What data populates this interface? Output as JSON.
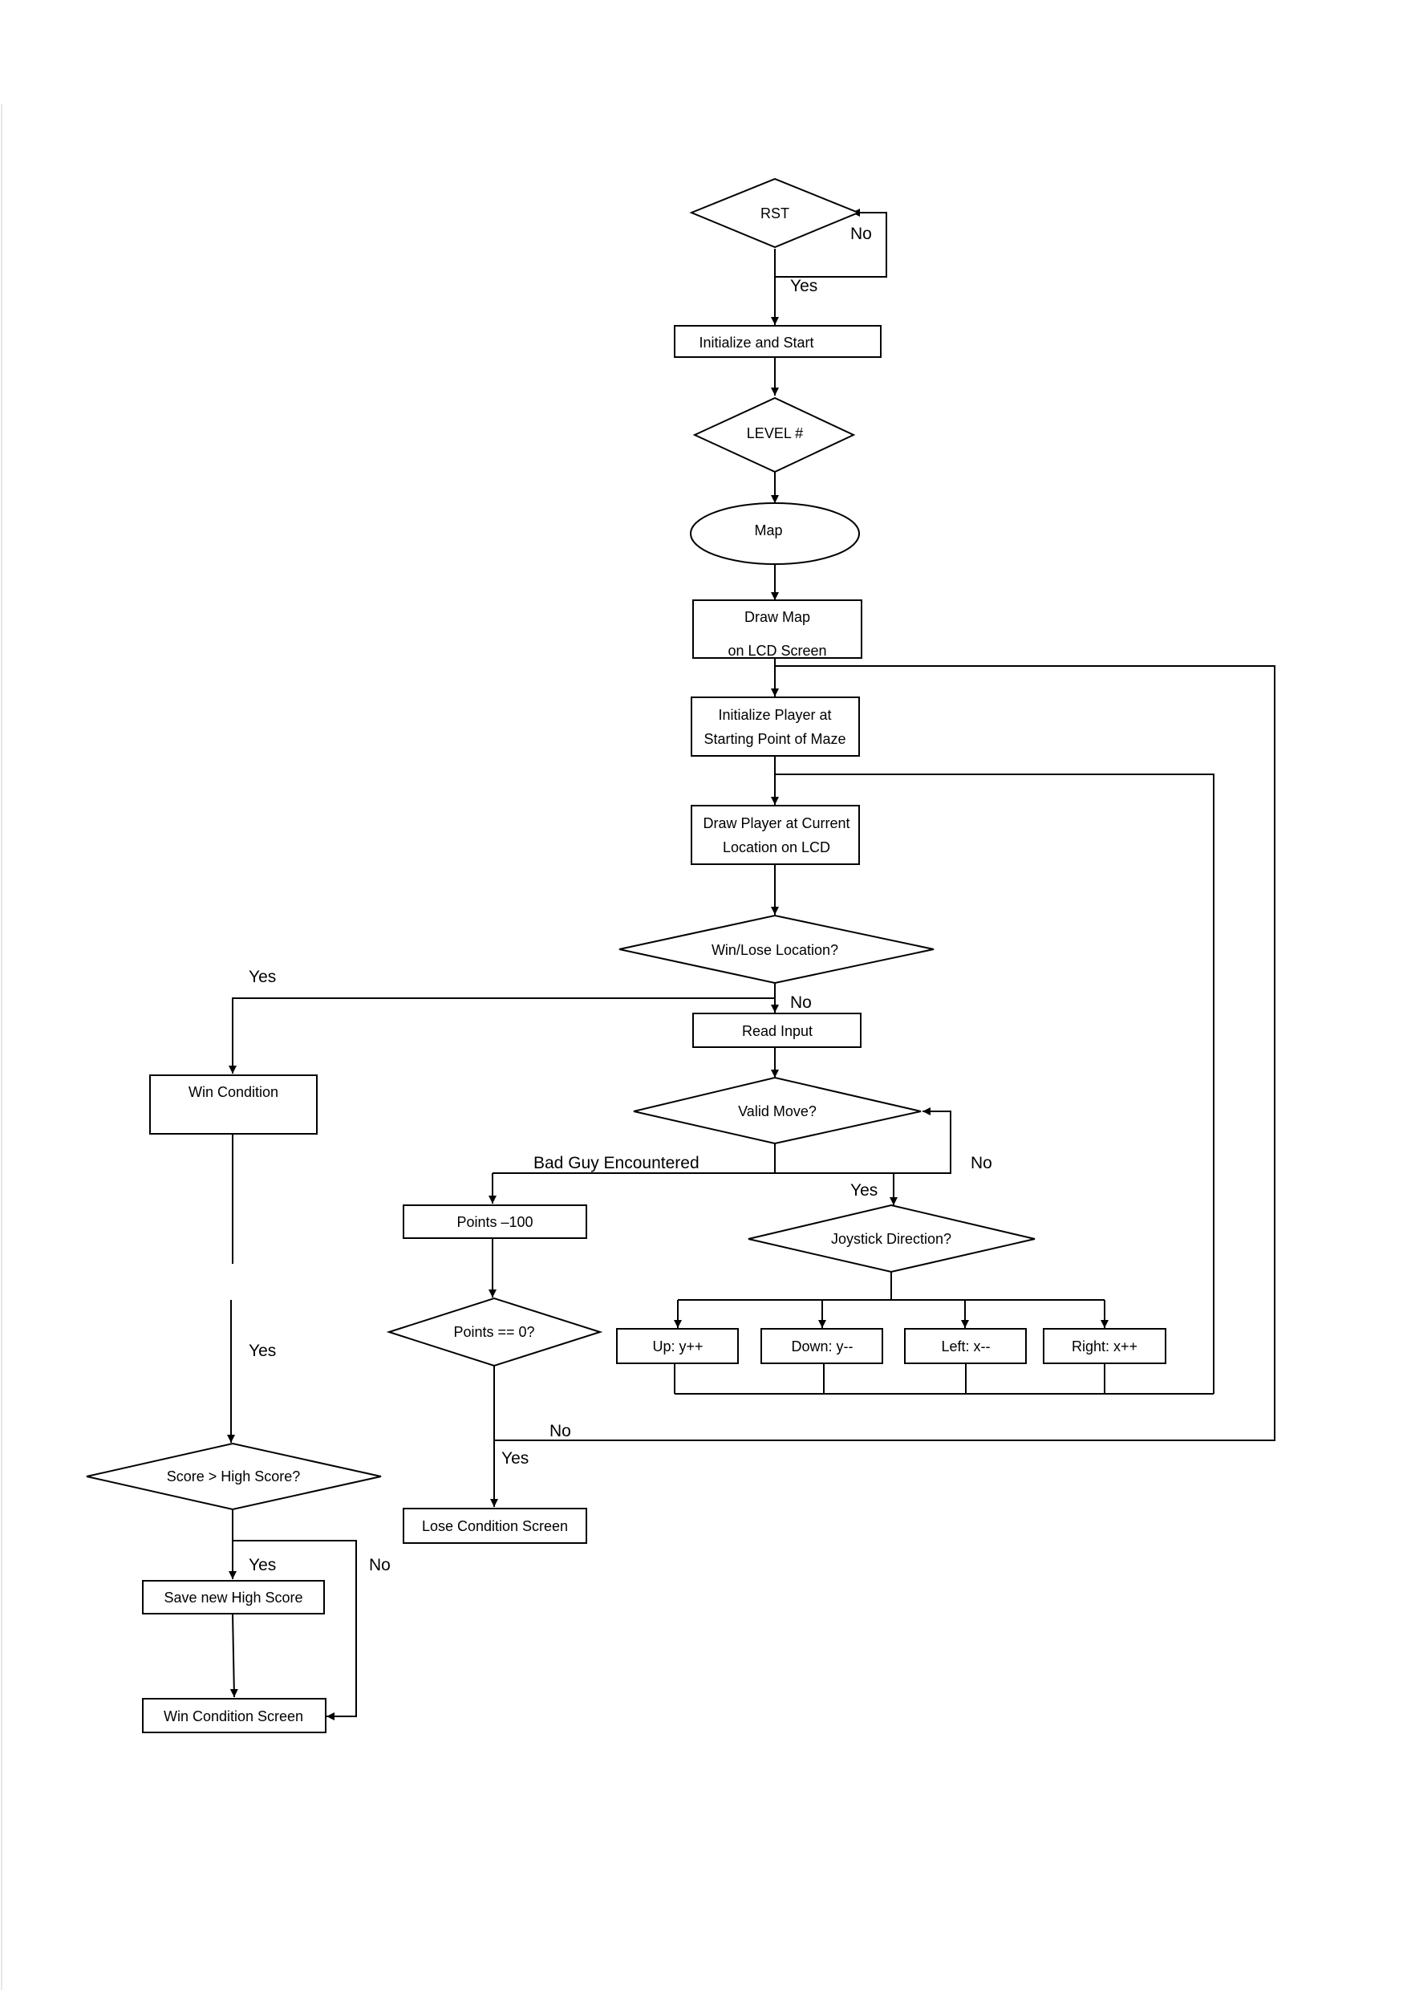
{
  "nodes": {
    "rst": "RST",
    "init_start": "Initialize and Start",
    "level": "LEVEL #",
    "map": "Map",
    "draw_map_1": "Draw Map",
    "draw_map_2": "on LCD Screen",
    "init_player_1": "Initialize Player at",
    "init_player_2": "Starting Point of Maze",
    "draw_player_1": "Draw Player at Current",
    "draw_player_2": "Location on LCD",
    "win_lose": "Win/Lose Location?",
    "read_input": "Read Input",
    "valid_move": "Valid Move?",
    "joystick": "Joystick Direction?",
    "up": "Up: y++",
    "down": "Down: y--",
    "left": "Left: x--",
    "right": "Right: x++",
    "points_minus": "Points –100",
    "points_zero": "Points == 0?",
    "lose_screen": "Lose Condition Screen",
    "win_condition": "Win Condition",
    "score_high": "Score > High Score?",
    "save_high": "Save new High Score",
    "win_screen": "Win Condition Screen"
  },
  "edges": {
    "rst_no": "No",
    "rst_yes": "Yes",
    "winlose_yes": "Yes",
    "winlose_no": "No",
    "bad_guy": "Bad Guy Encountered",
    "valid_no": "No",
    "valid_yes": "Yes",
    "points_no": "No",
    "points_yes": "Yes",
    "win_yes": "Yes",
    "score_yes": "Yes",
    "score_no": "No"
  }
}
